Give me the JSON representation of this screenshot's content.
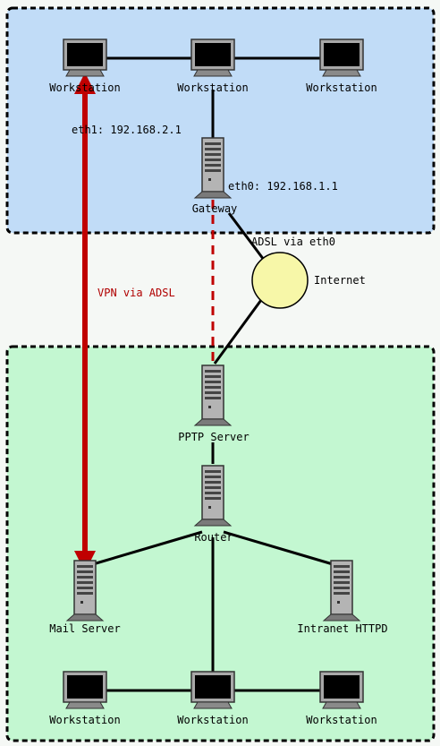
{
  "colors": {
    "top_zone": "#c1dcf7",
    "bottom_zone": "#c3f7d1",
    "internet": "#f7f7a8",
    "vpn": "#c00000",
    "vpn_text": "#b00000",
    "link": "#000000"
  },
  "nodes": {
    "ws_top_1": "Workstation",
    "ws_top_2": "Workstation",
    "ws_top_3": "Workstation",
    "gateway": "Gateway",
    "internet": "Internet",
    "pptp": "PPTP Server",
    "router": "Router",
    "mail": "Mail Server",
    "intranet": "Intranet HTTPD",
    "ws_bot_1": "Workstation",
    "ws_bot_2": "Workstation",
    "ws_bot_3": "Workstation"
  },
  "annotations": {
    "eth1": "eth1: 192.168.2.1",
    "eth0": "eth0: 192.168.1.1",
    "adsl": "ADSL via eth0",
    "vpn": "VPN via ADSL"
  },
  "icons": {
    "workstation": "monitor-icon",
    "server": "server-tower-icon",
    "internet": "cloud-circle-icon"
  }
}
